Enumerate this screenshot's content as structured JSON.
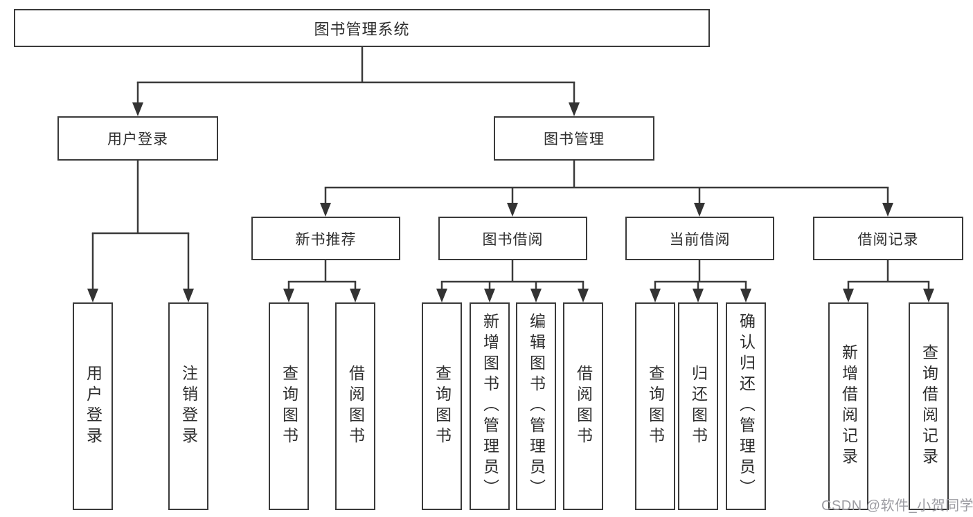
{
  "tree": {
    "root": {
      "label": "图书管理系统"
    },
    "branches": [
      {
        "label": "用户登录",
        "children": [
          "用户登录",
          "注销登录"
        ]
      },
      {
        "label": "图书管理",
        "children": [
          {
            "label": "新书推荐",
            "children": [
              "查询图书",
              "借阅图书"
            ]
          },
          {
            "label": "图书借阅",
            "children": [
              "查询图书",
              "新增图书（管理员）",
              "编辑图书（管理员）",
              "借阅图书"
            ]
          },
          {
            "label": "当前借阅",
            "children": [
              "查询图书",
              "归还图书",
              "确认归还（管理员）"
            ]
          },
          {
            "label": "借阅记录",
            "children": [
              "新增借阅记录",
              "查询借阅记录"
            ]
          }
        ]
      }
    ]
  },
  "colors": {
    "line": "#3a3a3a",
    "box_border": "#3a3a3a",
    "text": "#2d2d2d",
    "background": "#ffffff",
    "watermark": "#9c9ca2"
  },
  "watermark": {
    "text": "CSDN @软件_小贺同学"
  }
}
